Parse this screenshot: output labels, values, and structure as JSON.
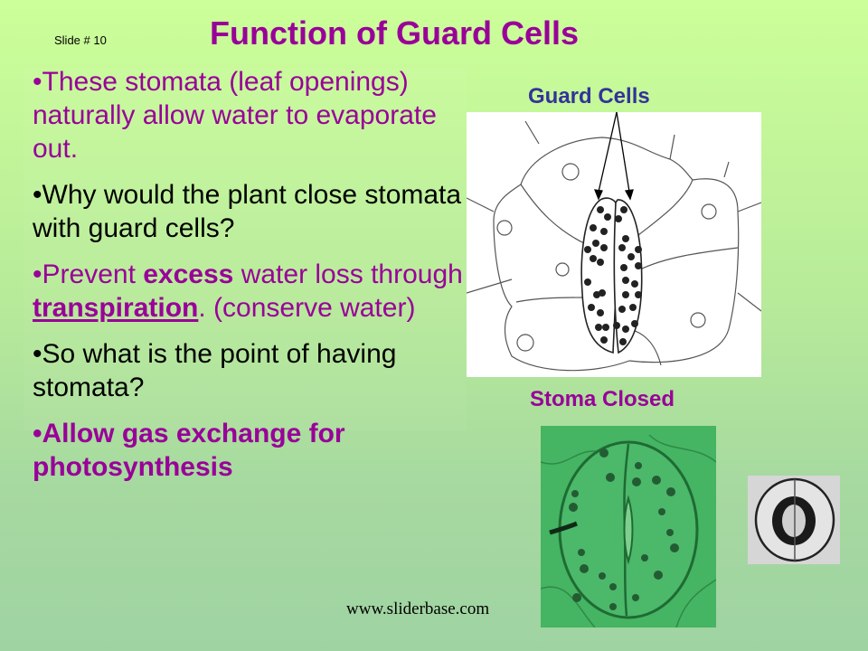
{
  "slide": {
    "number_label": "Slide # 10",
    "title": "Function of Guard Cells",
    "colors": {
      "title": "#990099",
      "accent_purple": "#990099",
      "label_blue": "#333399",
      "background_top": "#ccff99",
      "background_bottom": "#9fd3a2"
    }
  },
  "bullets": [
    {
      "prefix": "•",
      "text": "These stomata (leaf openings) naturally allow water to evaporate out."
    },
    {
      "prefix": "•",
      "text": "Why would the plant close stomata with guard cells?"
    },
    {
      "prefix": "•",
      "parts": [
        "Prevent ",
        "excess",
        " water loss through ",
        "transpiration",
        ". (conserve water)"
      ]
    },
    {
      "prefix": "•",
      "text": "So what is the point of having stomata?"
    },
    {
      "prefix": "•",
      "text": "Allow gas exchange for photosynthesis"
    }
  ],
  "figures": {
    "diagram_label": "Guard Cells",
    "diagram_icon": "stomata-guard-cells-diagram",
    "photo_label": "Stoma Closed",
    "photo1_icon": "stoma-micrograph-green",
    "photo2_icon": "stoma-micrograph-gray"
  },
  "footer": {
    "credit": "www.sliderbase.com"
  }
}
